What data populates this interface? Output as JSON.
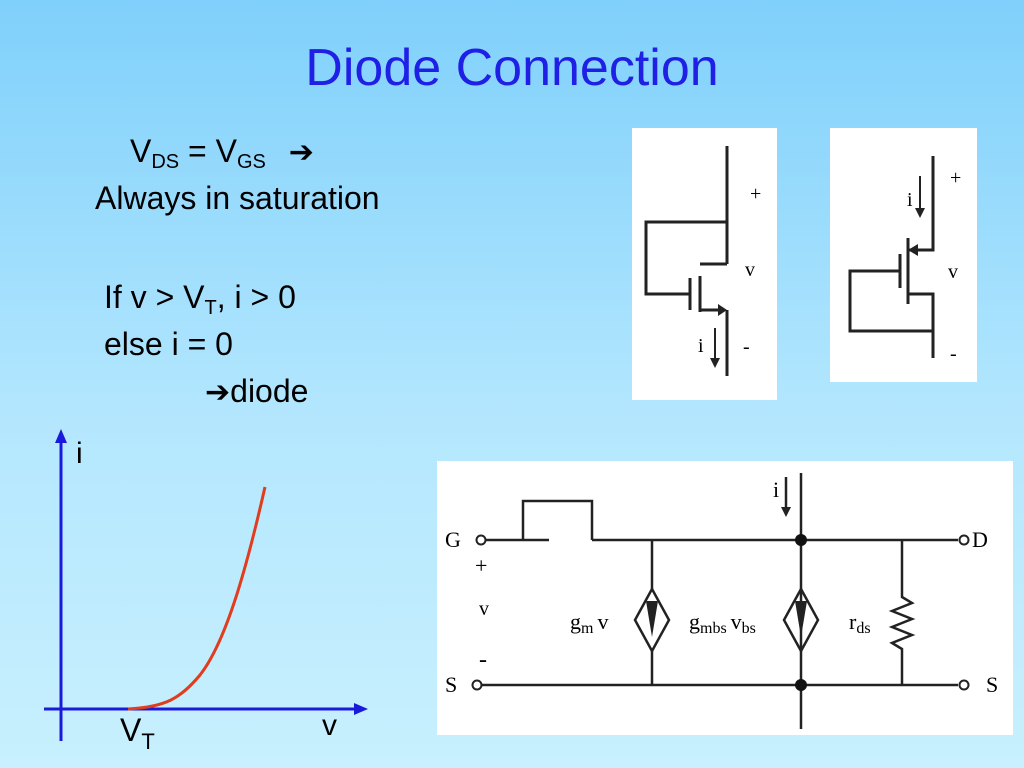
{
  "slide": {
    "title": "Diode Connection",
    "line1": {
      "v": "V",
      "ds": "DS",
      "eq": " = V",
      "gs": "GS",
      "arrow": "➔"
    },
    "line2": "Always in saturation",
    "cond1": {
      "a": "If v > V",
      "t": "T",
      "b": ", i > 0"
    },
    "cond2": "else i = 0",
    "cond3": {
      "arrow": "➔",
      "word": "diode"
    }
  },
  "circuit1": {
    "plus": "+",
    "v": "v",
    "i": "i",
    "minus": "-"
  },
  "circuit2": {
    "plus": "+",
    "v": "v",
    "i": "i",
    "minus": "-"
  },
  "graph": {
    "ylabel": "i",
    "xlabel": "v",
    "vt": "V",
    "vt_sub": "T"
  },
  "small_signal": {
    "g": "G",
    "d": "D",
    "s_left": "S",
    "s_right": "S",
    "plus": "+",
    "v": "v",
    "minus": "-",
    "i": "i",
    "gm": "g",
    "gm_sub": "m",
    "gm_v": "v",
    "gmbs": "g",
    "gmbs_sub": "mbs",
    "vbs": "v",
    "vbs_sub": "bs",
    "rds": "r",
    "rds_sub": "ds"
  },
  "colors": {
    "title": "#1f1fe6",
    "axis": "#1a1adb",
    "curve": "#e03c1e"
  }
}
